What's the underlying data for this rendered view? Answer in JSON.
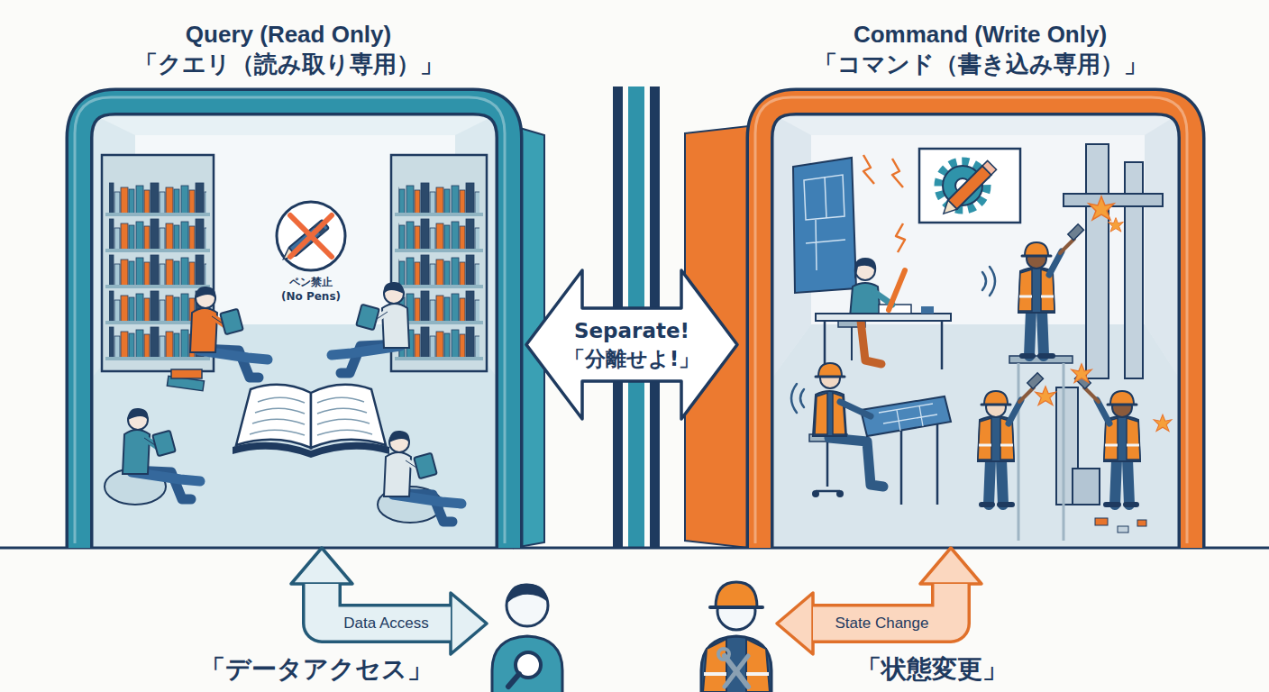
{
  "diagram": {
    "nodes": [
      {
        "text": [
          "Query (Read Only)",
          "「クエリ（読み取り専用）」"
        ]
      },
      {
        "text": [
          "Separate!",
          "「分離せよ!」"
        ]
      },
      {
        "text": [
          "Command (Write Only)",
          "「コマンド（書き込み専用）」"
        ]
      },
      {
        "text": [
          "「データアクセス」"
        ]
      },
      {
        "text": [
          "「状態変更」"
        ]
      }
    ],
    "edges": [
      {
        "from": 0,
        "to": 3,
        "label": "Data Access",
        "arrow": "both"
      },
      {
        "from": 2,
        "to": 4,
        "label": "State Change",
        "arrow": "both"
      }
    ],
    "labels": [
      "ペン禁止 (No Pens)"
    ]
  }
}
